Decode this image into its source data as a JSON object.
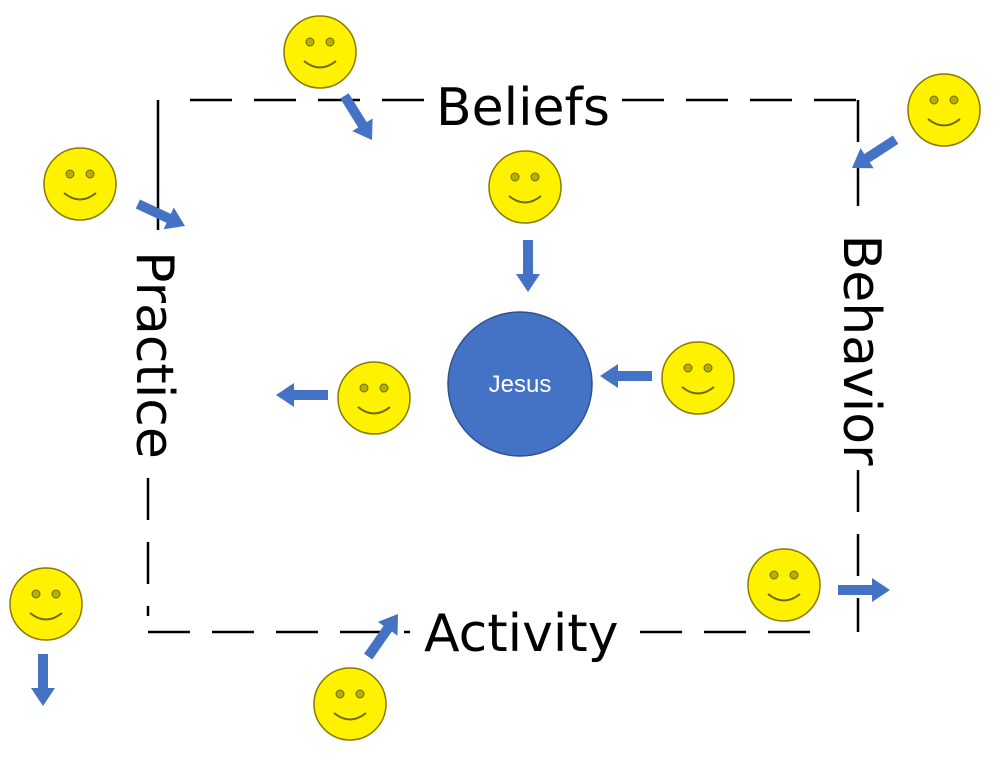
{
  "labels": {
    "top": "Beliefs",
    "left": "Practice",
    "right": "Behavior",
    "bottom": "Activity"
  },
  "center": {
    "label": "Jesus"
  },
  "colors": {
    "smiley_fill": "#FFF200",
    "smiley_stroke": "#8A7A00",
    "eye_fill": "#B5B000",
    "arrow": "#4472C4",
    "center_circle": "#4472C4",
    "center_stroke": "#2F528F",
    "border_dash": "#000000"
  },
  "icons": {
    "smiley": "smiley-face-icon",
    "arrow": "block-arrow-icon"
  }
}
